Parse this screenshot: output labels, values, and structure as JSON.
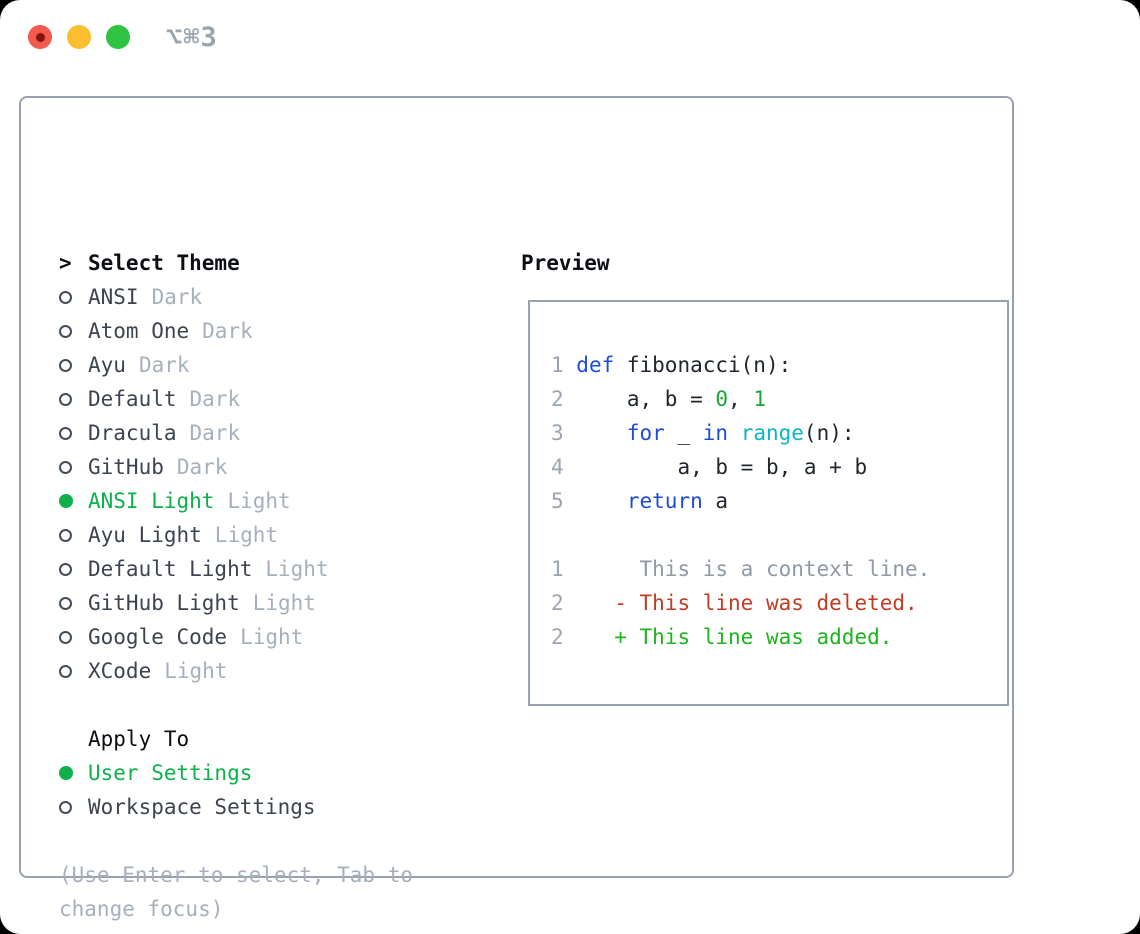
{
  "titlebar": {
    "title": "⌥⌘3"
  },
  "theme_panel": {
    "header_marker": ">",
    "header": "Select Theme",
    "items": [
      {
        "name": "ANSI",
        "variant": "Dark",
        "selected": false
      },
      {
        "name": "Atom One",
        "variant": "Dark",
        "selected": false
      },
      {
        "name": "Ayu",
        "variant": "Dark",
        "selected": false
      },
      {
        "name": "Default",
        "variant": "Dark",
        "selected": false
      },
      {
        "name": "Dracula",
        "variant": "Dark",
        "selected": false
      },
      {
        "name": "GitHub",
        "variant": "Dark",
        "selected": false
      },
      {
        "name": "ANSI Light",
        "variant": "Light",
        "selected": true
      },
      {
        "name": "Ayu Light",
        "variant": "Light",
        "selected": false
      },
      {
        "name": "Default Light",
        "variant": "Light",
        "selected": false
      },
      {
        "name": "GitHub Light",
        "variant": "Light",
        "selected": false
      },
      {
        "name": "Google Code",
        "variant": "Light",
        "selected": false
      },
      {
        "name": "XCode",
        "variant": "Light",
        "selected": false
      }
    ]
  },
  "apply_panel": {
    "header": "Apply To",
    "options": [
      {
        "label": "User Settings",
        "selected": true
      },
      {
        "label": "Workspace Settings",
        "selected": false
      }
    ]
  },
  "hint_lines": [
    "(Use Enter to select, Tab to",
    "change focus)"
  ],
  "preview": {
    "header": "Preview",
    "lines": [
      [
        {
          "text": "1 ",
          "color": "linenum"
        },
        {
          "text": "def",
          "color": "keyword"
        },
        {
          "text": " fibonacci(n):",
          "color": "plain"
        }
      ],
      [
        {
          "text": "2 ",
          "color": "linenum"
        },
        {
          "text": "    a, b = ",
          "color": "plain"
        },
        {
          "text": "0",
          "color": "number"
        },
        {
          "text": ", ",
          "color": "plain"
        },
        {
          "text": "1",
          "color": "number"
        }
      ],
      [
        {
          "text": "3 ",
          "color": "linenum"
        },
        {
          "text": "    ",
          "color": "plain"
        },
        {
          "text": "for",
          "color": "keyword"
        },
        {
          "text": " _ ",
          "color": "plain"
        },
        {
          "text": "in",
          "color": "keyword"
        },
        {
          "text": " ",
          "color": "plain"
        },
        {
          "text": "range",
          "color": "builtin"
        },
        {
          "text": "(n):",
          "color": "plain"
        }
      ],
      [
        {
          "text": "4 ",
          "color": "linenum"
        },
        {
          "text": "        a, b = b, a + b",
          "color": "plain"
        }
      ],
      [
        {
          "text": "5 ",
          "color": "linenum"
        },
        {
          "text": "    ",
          "color": "plain"
        },
        {
          "text": "return",
          "color": "keyword"
        },
        {
          "text": " a",
          "color": "plain"
        }
      ],
      [
        {
          "text": " ",
          "color": "plain"
        }
      ],
      [
        {
          "text": "1",
          "color": "linenum"
        },
        {
          "text": "      This is a context line.",
          "color": "context"
        }
      ],
      [
        {
          "text": "2",
          "color": "linenum"
        },
        {
          "text": "    ",
          "color": "plain"
        },
        {
          "text": "- This line was deleted.",
          "color": "deleted"
        }
      ],
      [
        {
          "text": "2",
          "color": "linenum"
        },
        {
          "text": "    ",
          "color": "plain"
        },
        {
          "text": "+ This line was added.",
          "color": "added"
        }
      ]
    ]
  },
  "colors": {
    "sel": "#0db04b",
    "added": "#1db41d",
    "deleted": "#c33b22",
    "keyword": "#1d4cd8",
    "builtin": "#0fb4c6",
    "number": "#18a832",
    "linenum": "#9aa5b1",
    "muted": "#a6b0bd",
    "border": "#98a2ae",
    "title": "#9ba3ab"
  }
}
